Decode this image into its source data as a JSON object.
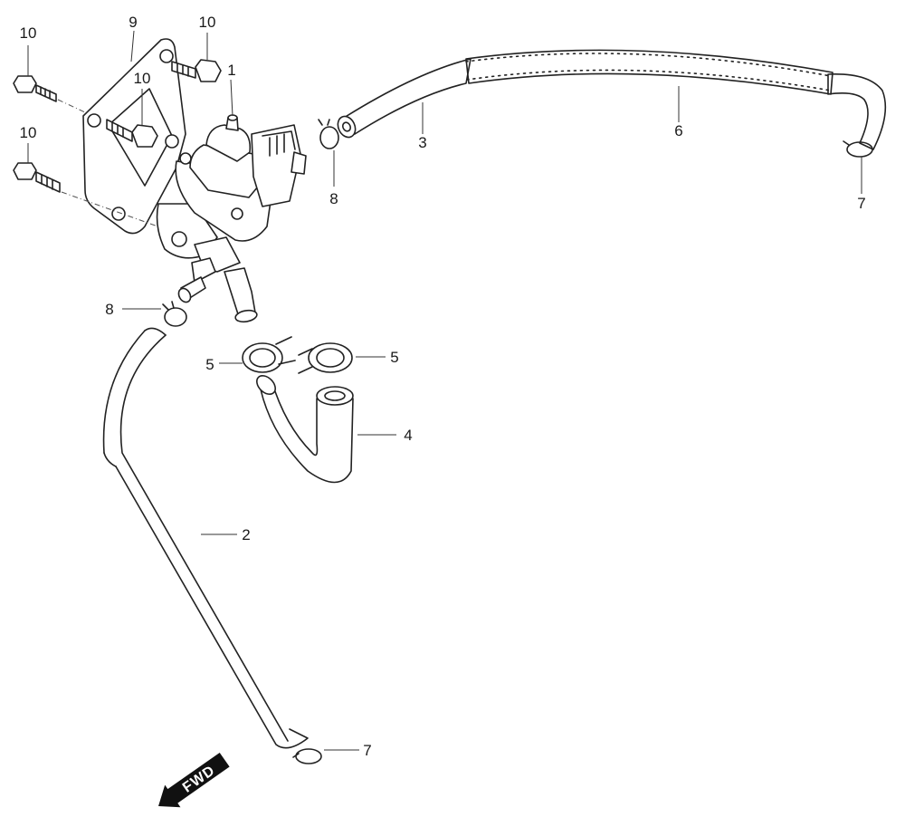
{
  "callouts": {
    "c1": "1",
    "c2": "2",
    "c3": "3",
    "c4": "4",
    "c5a": "5",
    "c5b": "5",
    "c6": "6",
    "c7a": "7",
    "c7b": "7",
    "c8a": "8",
    "c8b": "8",
    "c9": "9",
    "c10a": "10",
    "c10b": "10",
    "c10c": "10",
    "c10d": "10"
  },
  "direction": {
    "label": "FWD"
  }
}
